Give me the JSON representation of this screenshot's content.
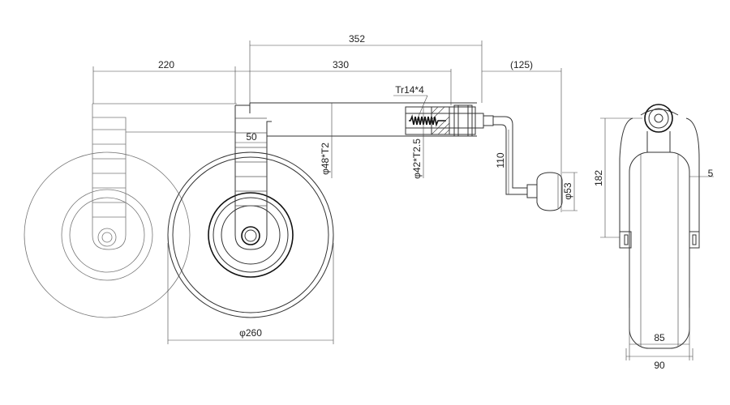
{
  "dimensions": {
    "overall_length": "352",
    "tube_length": "330",
    "handle_offset": "(125)",
    "wheel_offset": "220",
    "bracket_width": "50",
    "outer_tube": "φ48*T2",
    "inner_tube": "φ42*T2.5",
    "thread": "Tr14*4",
    "handle_height": "110",
    "knob_diameter": "φ53",
    "wheel_diameter": "φ260",
    "side_height": "182",
    "side_thickness": "5",
    "tyre_width": "85",
    "overall_width": "90"
  },
  "colors": {
    "line": "#333333",
    "text": "#222222"
  }
}
